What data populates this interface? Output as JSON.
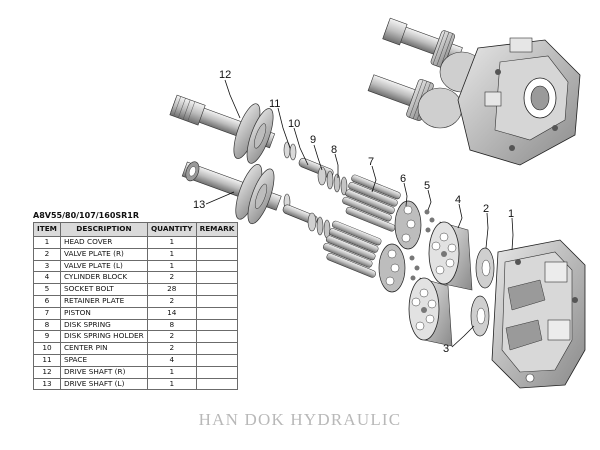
{
  "table": {
    "title": "A8V55/80/107/160SR1R",
    "headers": [
      "ITEM",
      "DESCRIPTION",
      "QUANTITY",
      "REMARK"
    ],
    "rows": [
      {
        "item": "1",
        "description": "HEAD COVER",
        "quantity": "1",
        "remark": ""
      },
      {
        "item": "2",
        "description": "VALVE PLATE (R)",
        "quantity": "1",
        "remark": ""
      },
      {
        "item": "3",
        "description": "VALVE PLATE (L)",
        "quantity": "1",
        "remark": ""
      },
      {
        "item": "4",
        "description": "CYLINDER BLOCK",
        "quantity": "2",
        "remark": ""
      },
      {
        "item": "5",
        "description": "SOCKET BOLT",
        "quantity": "28",
        "remark": ""
      },
      {
        "item": "6",
        "description": "RETAINER PLATE",
        "quantity": "2",
        "remark": ""
      },
      {
        "item": "7",
        "description": "PISTON",
        "quantity": "14",
        "remark": ""
      },
      {
        "item": "8",
        "description": "DISK SPRING",
        "quantity": "8",
        "remark": ""
      },
      {
        "item": "9",
        "description": "DISK SPRING HOLDER",
        "quantity": "2",
        "remark": ""
      },
      {
        "item": "10",
        "description": "CENTER PIN",
        "quantity": "2",
        "remark": ""
      },
      {
        "item": "11",
        "description": "SPACE",
        "quantity": "4",
        "remark": ""
      },
      {
        "item": "12",
        "description": "DRIVE SHAFT (R)",
        "quantity": "1",
        "remark": ""
      },
      {
        "item": "13",
        "description": "DRIVE SHAFT (L)",
        "quantity": "1",
        "remark": ""
      }
    ]
  },
  "callouts": [
    "1",
    "2",
    "3",
    "4",
    "5",
    "6",
    "7",
    "8",
    "9",
    "10",
    "11",
    "12",
    "13"
  ],
  "watermark": "HAN DOK HYDRAULIC"
}
